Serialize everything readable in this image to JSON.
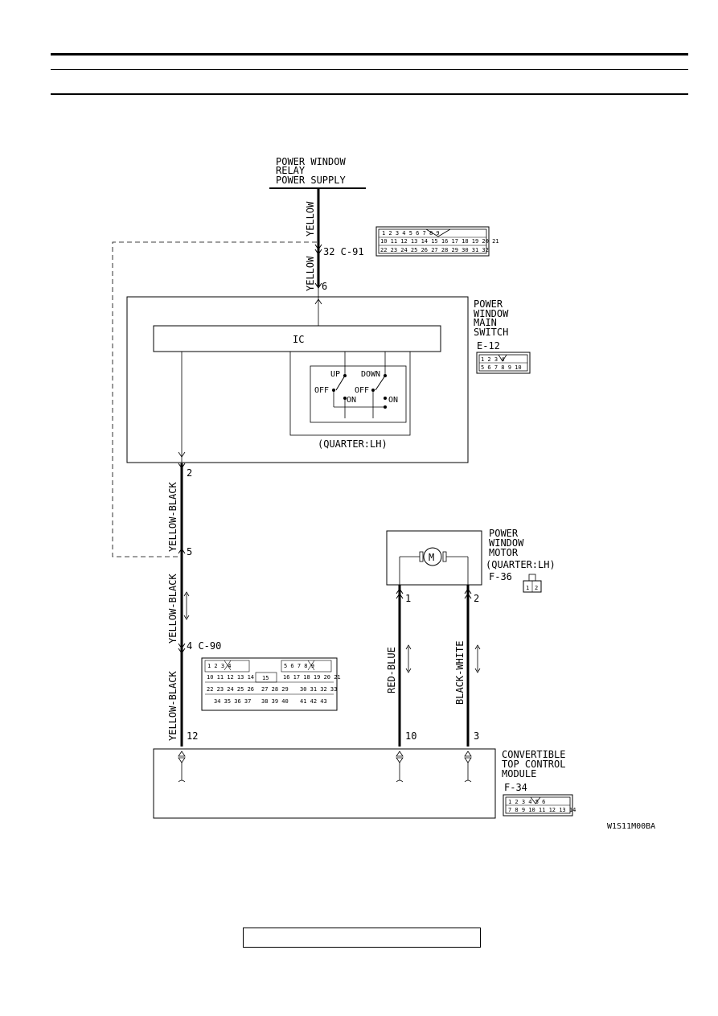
{
  "diagram_code": "W1S11M00BA",
  "supply": {
    "lines": [
      "POWER WINDOW",
      "RELAY",
      "POWER SUPPLY"
    ]
  },
  "main_switch": {
    "lines": [
      "POWER",
      "WINDOW",
      "MAIN",
      "SWITCH"
    ],
    "connector": "E-12",
    "ic_label": "IC",
    "switch_note": "(QUARTER:LH)",
    "up": "UP",
    "down": "DOWN",
    "off": "OFF",
    "on": "ON"
  },
  "motor": {
    "lines": [
      "POWER",
      "WINDOW",
      "MOTOR",
      "(QUARTER:LH)"
    ],
    "connector": "F-36",
    "symbol": "M"
  },
  "module": {
    "lines": [
      "CONVERTIBLE",
      "TOP CONTROL",
      "MODULE"
    ],
    "connector": "F-34"
  },
  "connector_c91": {
    "label": "32 C-91"
  },
  "connector_c90": {
    "label": "4 C-90"
  },
  "wires": {
    "yellow": "YELLOW",
    "yellow_black": "YELLOW-BLACK",
    "red_blue": "RED-BLUE",
    "black_white": "BLACK-WHITE"
  },
  "pins": {
    "c91_pin6": "6",
    "e12_pin2": "2",
    "yb_pin5": "5",
    "motor_pin1": "1",
    "motor_pin2": "2",
    "module_pin12": "12",
    "module_pin10": "10",
    "module_pin3": "3"
  },
  "conn_c91_grid": [
    [
      "1",
      "2",
      "3",
      "4",
      "5",
      "",
      "",
      "6",
      "7",
      "8",
      "9"
    ],
    [
      "10",
      "11",
      "12",
      "13",
      "14",
      "15",
      "16",
      "17",
      "18",
      "19",
      "20",
      "21"
    ],
    [
      "22",
      "23",
      "",
      "24",
      "25",
      "26",
      "27",
      "28",
      "29",
      "30",
      "",
      "31",
      "32"
    ]
  ],
  "conn_e12_grid": [
    [
      "1",
      "2",
      "",
      "3",
      "4"
    ],
    [
      "5",
      "6",
      "7",
      "8",
      "9",
      "10"
    ]
  ],
  "conn_f34_grid": [
    [
      "1",
      "2",
      "3",
      "",
      "4",
      "5",
      "6"
    ],
    [
      "7",
      "8",
      "9",
      "10",
      "11",
      "12",
      "13",
      "14"
    ]
  ],
  "conn_f36_pins": [
    "1",
    "2"
  ],
  "conn_c90_cells": [
    "1",
    "2",
    "3",
    "4",
    "5",
    "6",
    "7",
    "8",
    "9",
    "10",
    "11",
    "12",
    "13",
    "14",
    "15",
    "16",
    "17",
    "18",
    "19",
    "20",
    "21",
    "22",
    "23",
    "24",
    "25",
    "26",
    "27",
    "28",
    "29",
    "30",
    "31",
    "32",
    "33",
    "34",
    "35",
    "36",
    "37",
    "38",
    "39",
    "40",
    "41",
    "42",
    "43"
  ]
}
